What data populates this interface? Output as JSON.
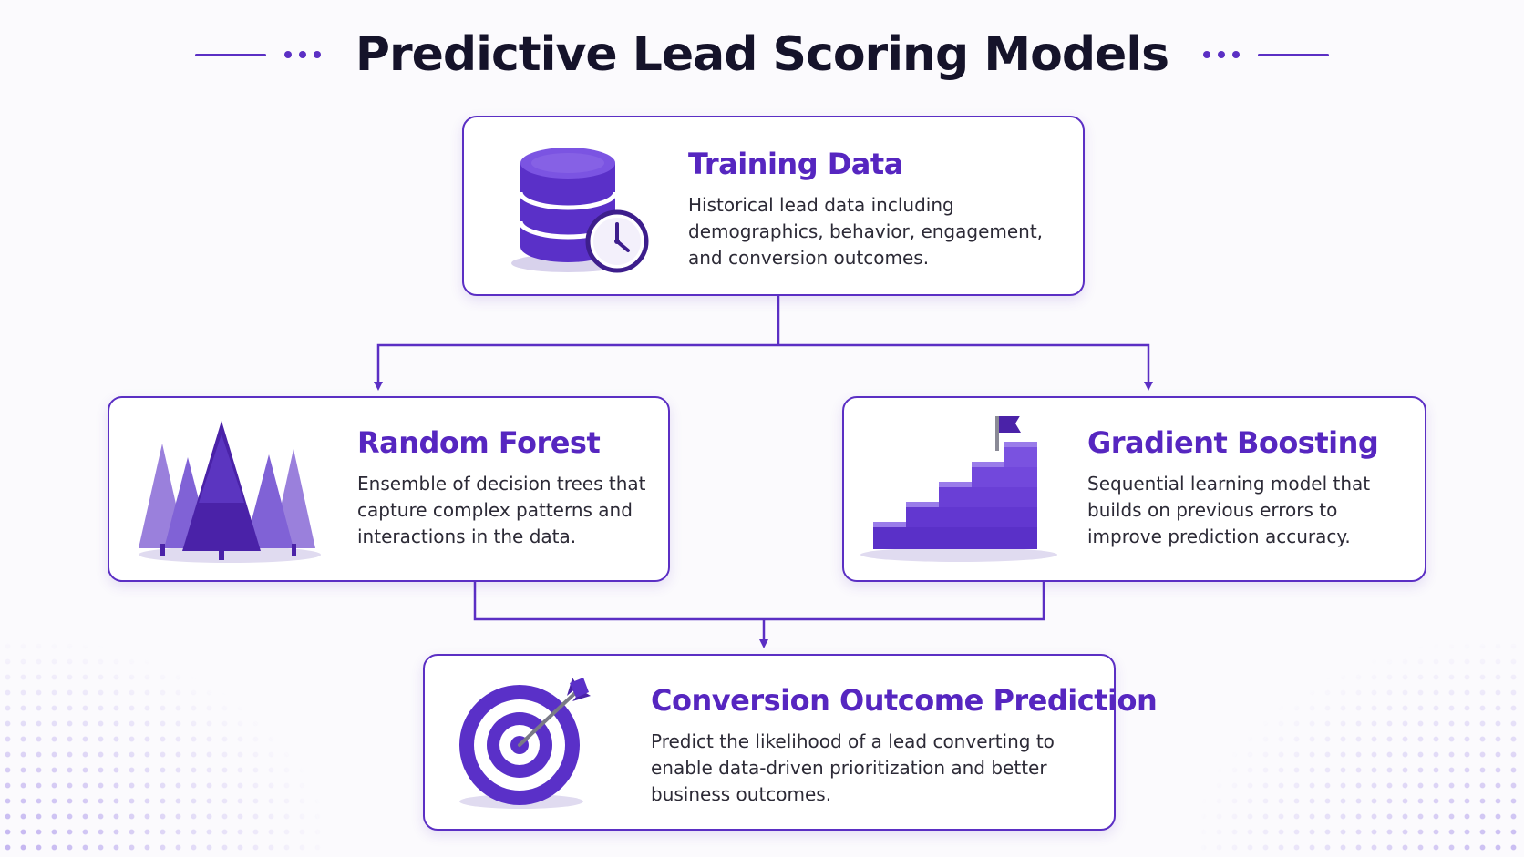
{
  "title": "Predictive Lead Scoring Models",
  "colors": {
    "accent": "#5b2fc4",
    "title": "#15132a",
    "heading": "#5626c0",
    "icon_light": "#8a6be0",
    "icon_mid": "#6a45d4",
    "icon_dark": "#4a22a8"
  },
  "nodes": {
    "training": {
      "heading": "Training Data",
      "description": "Historical lead data including demographics, behavior, engagement, and conversion outcomes.",
      "icon": "database-clock-icon"
    },
    "forest": {
      "heading": "Random Forest",
      "description": "Ensemble of decision trees that capture complex patterns and interactions in the data.",
      "icon": "forest-trees-icon"
    },
    "boost": {
      "heading": "Gradient Boosting",
      "description": "Sequential learning model that builds on previous errors to improve prediction accuracy.",
      "icon": "staircase-flag-icon"
    },
    "prediction": {
      "heading": "Conversion Outcome Prediction",
      "description": "Predict the likelihood of a lead converting to enable data-driven prioritization and better business outcomes.",
      "icon": "target-arrow-icon"
    }
  },
  "edges": [
    {
      "from": "training",
      "to": "forest"
    },
    {
      "from": "training",
      "to": "boost"
    },
    {
      "from": "forest",
      "to": "prediction"
    },
    {
      "from": "boost",
      "to": "prediction"
    }
  ]
}
